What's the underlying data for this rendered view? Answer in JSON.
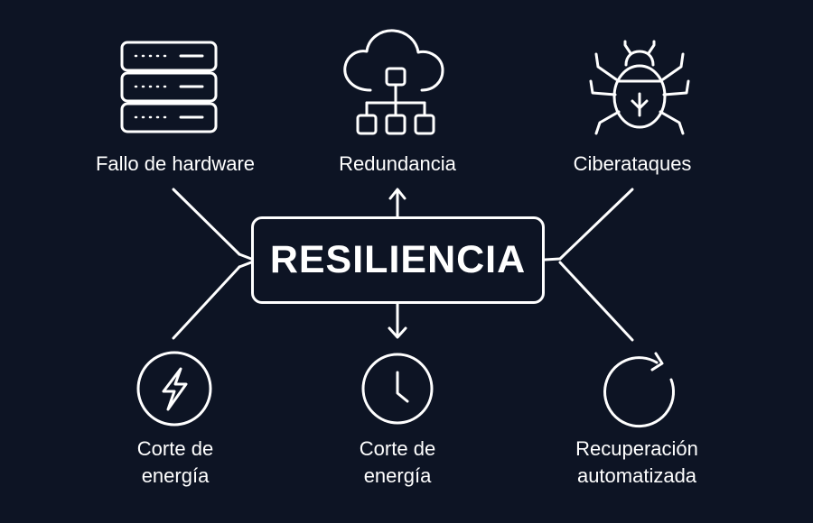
{
  "center": {
    "title": "RESILIENCIA"
  },
  "nodes": {
    "hardware": {
      "label": "Fallo de hardware",
      "icon": "server-rack-icon"
    },
    "redundancy": {
      "label": "Redundancia",
      "icon": "cloud-network-icon"
    },
    "cyber": {
      "label": "Ciberataques",
      "icon": "bug-icon"
    },
    "power": {
      "line1": "Corte de",
      "line2": "energía",
      "icon": "lightning-bolt-icon"
    },
    "power_clock": {
      "line1": "Corte de",
      "line2": "energía",
      "icon": "clock-icon"
    },
    "recovery": {
      "line1": "Recuperación",
      "line2": "automatizada",
      "icon": "refresh-icon"
    }
  },
  "colors": {
    "background": "#0d1424",
    "foreground": "#ffffff"
  }
}
